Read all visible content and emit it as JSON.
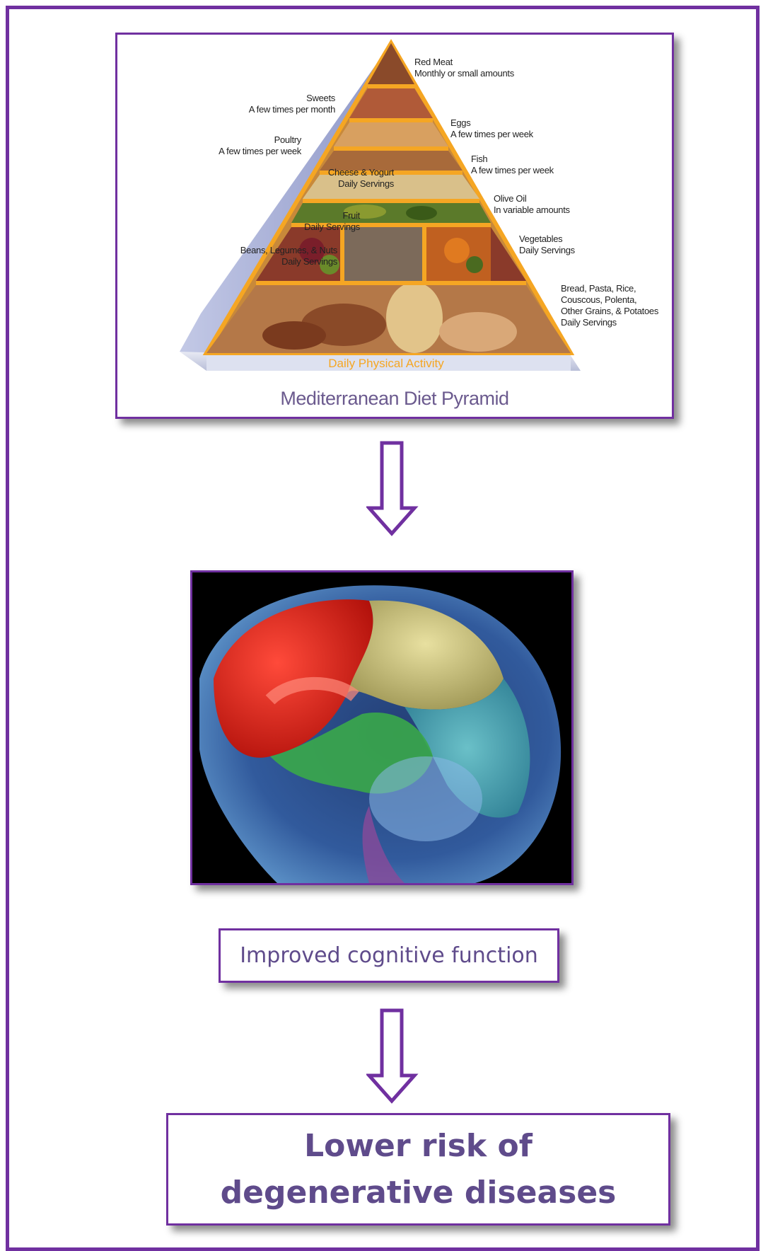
{
  "pyramid": {
    "caption": "Mediterranean Diet Pyramid",
    "activity_band": "Daily Physical Activity",
    "labels": {
      "red_meat_title": "Red Meat",
      "red_meat_freq": "Monthly or small amounts",
      "sweets_title": "Sweets",
      "sweets_freq": "A few times per month",
      "eggs_title": "Eggs",
      "eggs_freq": "A few times per week",
      "poultry_title": "Poultry",
      "poultry_freq": "A few times per week",
      "fish_title": "Fish",
      "fish_freq": "A few times per week",
      "cheese_title": "Cheese & Yogurt",
      "cheese_freq": "Daily Servings",
      "olive_title": "Olive Oil",
      "olive_freq": "In variable amounts",
      "fruit_title": "Fruit",
      "fruit_freq": "Daily Servings",
      "vegetables_title": "Vegetables",
      "vegetables_freq": "Daily Servings",
      "beans_title": "Beans, Legumes, & Nuts",
      "beans_freq": "Daily Servings",
      "bread_line1": "Bread, Pasta, Rice,",
      "bread_line2": "Couscous, Polenta,",
      "bread_line3": "Other Grains, & Potatoes",
      "bread_freq": "Daily Servings"
    }
  },
  "outcome1": "Improved cognitive function",
  "outcome2": "Lower risk of degenerative diseases",
  "colors": {
    "border": "#7030a0",
    "text": "#5f4b8b",
    "pyramid_orange": "#f5a623"
  }
}
